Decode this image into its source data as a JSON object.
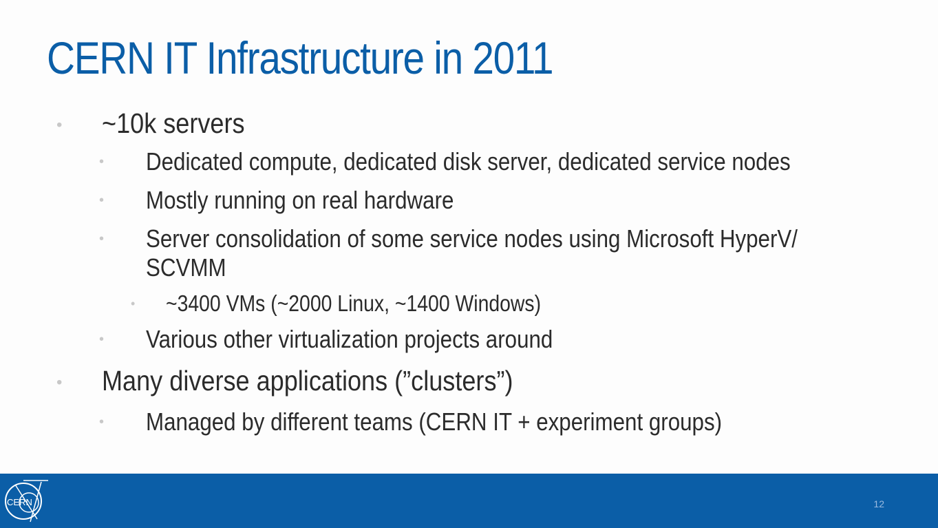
{
  "slide": {
    "title": "CERN IT Infrastructure in 2011",
    "bullets": [
      {
        "level": 1,
        "text": "~10k servers"
      },
      {
        "level": 2,
        "text": "Dedicated compute, dedicated disk server, dedicated service nodes"
      },
      {
        "level": 2,
        "text": "Mostly running on real hardware"
      },
      {
        "level": 2,
        "text": "Server consolidation of some service nodes using Microsoft HyperV/",
        "continuation": "SCVMM"
      },
      {
        "level": 3,
        "text": "~3400 VMs (~2000 Linux, ~1400 Windows)"
      },
      {
        "level": 2,
        "text": "Various other virtualization projects around"
      },
      {
        "level": 1,
        "text": "Many diverse applications (”clusters”)"
      },
      {
        "level": 2,
        "text": "Managed by different teams (CERN IT + experiment groups)"
      }
    ],
    "bullet_glyph": "•"
  },
  "footer": {
    "logo_text": "CERN",
    "page_number": "12",
    "colors": {
      "bar": "#0b5ea7",
      "title": "#0b5ea7",
      "bullet": "#c8c8c8",
      "text": "#2b2b2b"
    }
  }
}
